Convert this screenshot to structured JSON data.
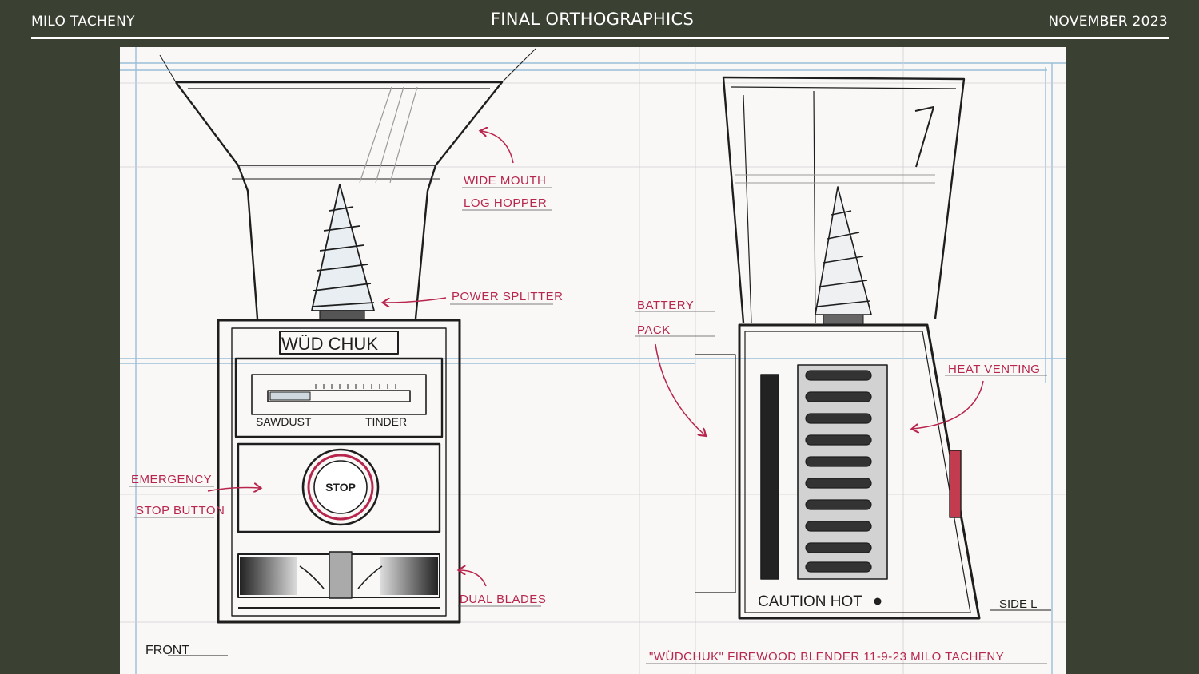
{
  "header": {
    "author": "MILO TACHENY",
    "title": "FINAL ORTHOGRAPHICS",
    "date": "NOVEMBER 2023"
  },
  "drawing": {
    "front": {
      "brand": "WÜD CHUK",
      "dial_left": "SAWDUST",
      "dial_right": "TINDER",
      "stop_button": "STOP",
      "view_label": "FRONT",
      "callouts": {
        "hopper_line1": "WIDE MOUTH",
        "hopper_line2": "LOG HOPPER",
        "splitter": "POWER SPLITTER",
        "emergency_line1": "EMERGENCY",
        "emergency_line2": "STOP BUTTON",
        "blades": "DUAL BLADES"
      }
    },
    "side": {
      "caution": "CAUTION HOT",
      "view_label": "SIDE L",
      "callouts": {
        "battery_line1": "BATTERY",
        "battery_line2": "PACK",
        "venting": "HEAT VENTING"
      }
    },
    "title_block": "\"WÜDCHUK\" FIREWOOD BLENDER  11-9-23  MILO TACHENY"
  },
  "colors": {
    "background": "#3a4132",
    "paper": "#f9f8f6",
    "annotation": "#b8254d",
    "guideline": "#8fb8d6"
  }
}
